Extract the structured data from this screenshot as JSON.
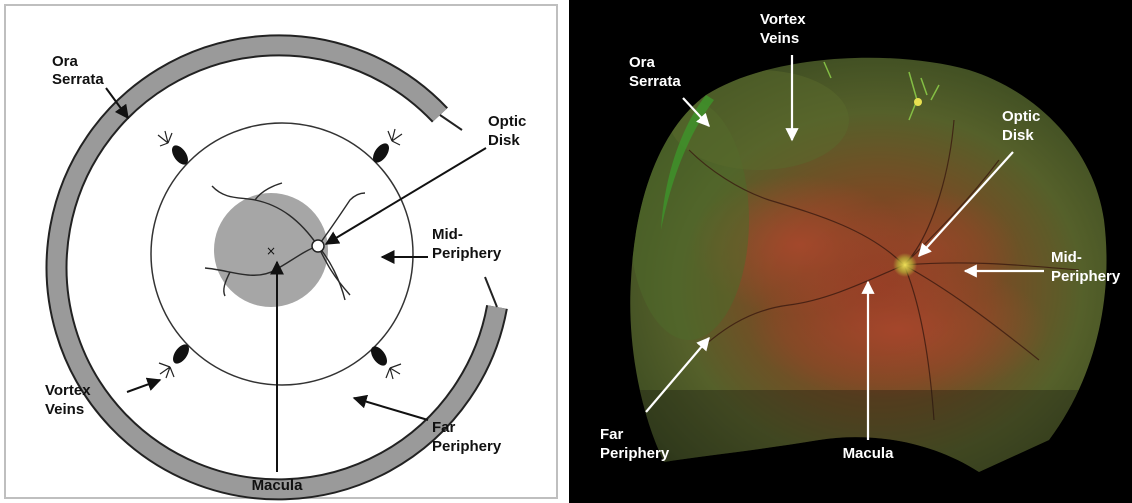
{
  "left_diagram": {
    "labels": {
      "ora_serrata": [
        "Ora",
        "Serrata"
      ],
      "optic_disk": [
        "Optic",
        "Disk"
      ],
      "mid_periphery": [
        "Mid-",
        "Periphery"
      ],
      "vortex_veins": [
        "Vortex",
        "Veins"
      ],
      "far_periphery": [
        "Far",
        "Periphery"
      ],
      "macula": [
        "Macula"
      ]
    },
    "colors": {
      "border": "#bfbfbf",
      "outline": "#222222",
      "ring_fill": "#9a9a9a",
      "macula_fill": "#a6a6a6"
    }
  },
  "right_photo": {
    "labels": {
      "vortex_veins": [
        "Vortex",
        "Veins"
      ],
      "ora_serrata": [
        "Ora",
        "Serrata"
      ],
      "optic_disk": [
        "Optic",
        "Disk"
      ],
      "mid_periphery": [
        "Mid-",
        "Periphery"
      ],
      "far_periphery": [
        "Far",
        "Periphery"
      ],
      "macula": [
        "Macula"
      ]
    },
    "colors": {
      "background": "#000000",
      "fundus_base": "#4a5a2a",
      "red_zone": "#a0422a",
      "green_edge": "#3f8f2a",
      "optic_disk": "#e0d04a"
    }
  }
}
